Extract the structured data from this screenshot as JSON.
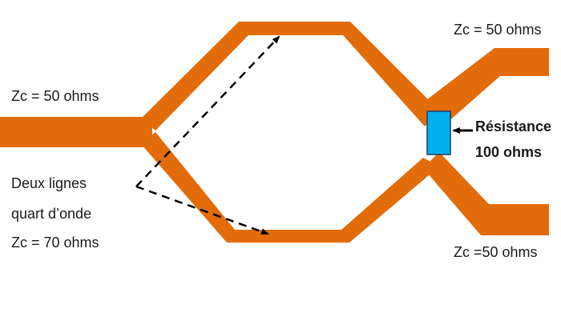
{
  "colors": {
    "trace": "#E36C0A",
    "resistor": "#00B0F0",
    "resistor_border": "#1F3864",
    "text": "#1a1a1a",
    "arrow": "#000000"
  },
  "labels": {
    "input_port": "Zc = 50 ohms",
    "output_top": "Zc = 50 ohms",
    "output_bottom": "Zc =50 ohms",
    "resistor_line1": "Résistance",
    "resistor_line2": "100 ohms",
    "lines_line1": "Deux lignes",
    "lines_line2": "quart  d’onde",
    "lines_line3": "Zc = 70 ohms"
  }
}
